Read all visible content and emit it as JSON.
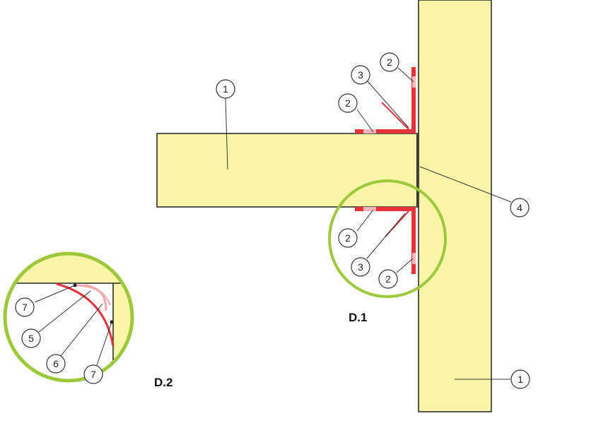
{
  "colors": {
    "panel_fill": "#fbf5a8",
    "panel_stroke": "#222222",
    "bracket": "#e8333a",
    "detail_ring": "#9cc83c",
    "leader": "#333333"
  },
  "callouts": {
    "c1a": "1",
    "c1b": "1",
    "c2a": "2",
    "c2b": "2",
    "c2c": "2",
    "c2d": "2",
    "c3a": "3",
    "c3b": "3",
    "c4": "4",
    "c5": "5",
    "c6": "6",
    "c7a": "7",
    "c7b": "7"
  },
  "details": {
    "d1": "D.1",
    "d2": "D.2"
  }
}
